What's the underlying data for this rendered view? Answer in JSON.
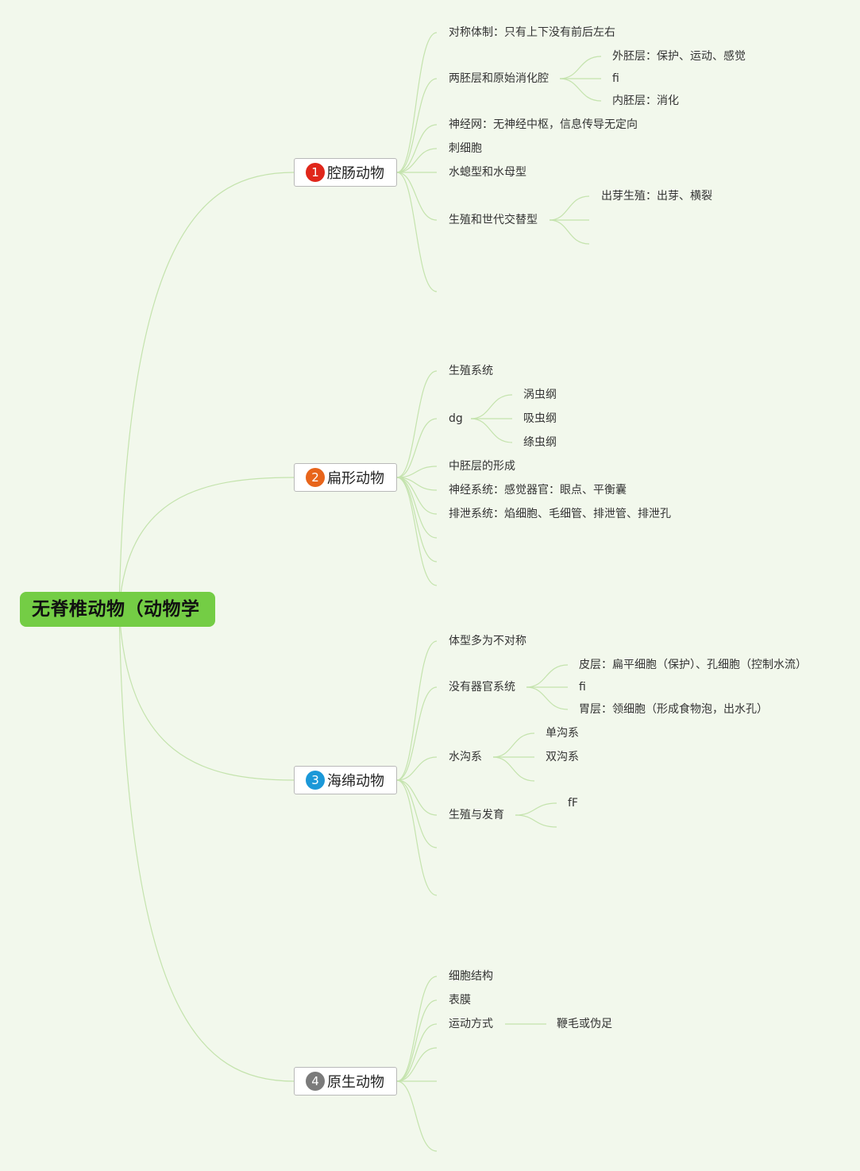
{
  "root": "无脊椎动物（动物学",
  "colors": {
    "background": "#f2f8ec",
    "root_fill": "#74cd45",
    "connector": "#c4e3ad",
    "badge_1": "#e0271b",
    "badge_2": "#e8651b",
    "badge_3": "#1b98d8",
    "badge_4": "#7b7b7b"
  },
  "branches": [
    {
      "number": "1",
      "label": "腔肠动物",
      "items": [
        {
          "label": "对称体制：只有上下没有前后左右"
        },
        {
          "label": "两胚层和原始消化腔",
          "children": [
            "外胚层：保护、运动、感觉",
            "fi",
            "内胚层：消化"
          ]
        },
        {
          "label": "神经网：无神经中枢，信息传导无定向"
        },
        {
          "label": "刺细胞"
        },
        {
          "label": "水螅型和水母型"
        },
        {
          "label": "生殖和世代交替型",
          "children": [
            "出芽生殖：出芽、横裂"
          ]
        }
      ]
    },
    {
      "number": "2",
      "label": "扁形动物",
      "items": [
        {
          "label": "生殖系统"
        },
        {
          "label": "dg",
          "children": [
            "涡虫纲",
            "吸虫纲",
            "绦虫纲"
          ]
        },
        {
          "label": "中胚层的形成"
        },
        {
          "label": "神经系统：感觉器官：眼点、平衡囊"
        },
        {
          "label": "排泄系统：焰细胞、毛细管、排泄管、排泄孔"
        }
      ]
    },
    {
      "number": "3",
      "label": "海绵动物",
      "items": [
        {
          "label": "体型多为不对称"
        },
        {
          "label": "没有器官系统",
          "children": [
            "皮层：扁平细胞（保护）、孔细胞（控制水流）",
            "fi",
            "胃层：领细胞（形成食物泡，出水孔）"
          ]
        },
        {
          "label": "水沟系",
          "children": [
            "单沟系",
            "双沟系"
          ]
        },
        {
          "label": "生殖与发育",
          "children": [
            "fF"
          ]
        }
      ]
    },
    {
      "number": "4",
      "label": "原生动物",
      "items": [
        {
          "label": "细胞结构"
        },
        {
          "label": "表膜"
        },
        {
          "label": "运动方式",
          "children": [
            "鞭毛或伪足"
          ]
        }
      ]
    }
  ]
}
